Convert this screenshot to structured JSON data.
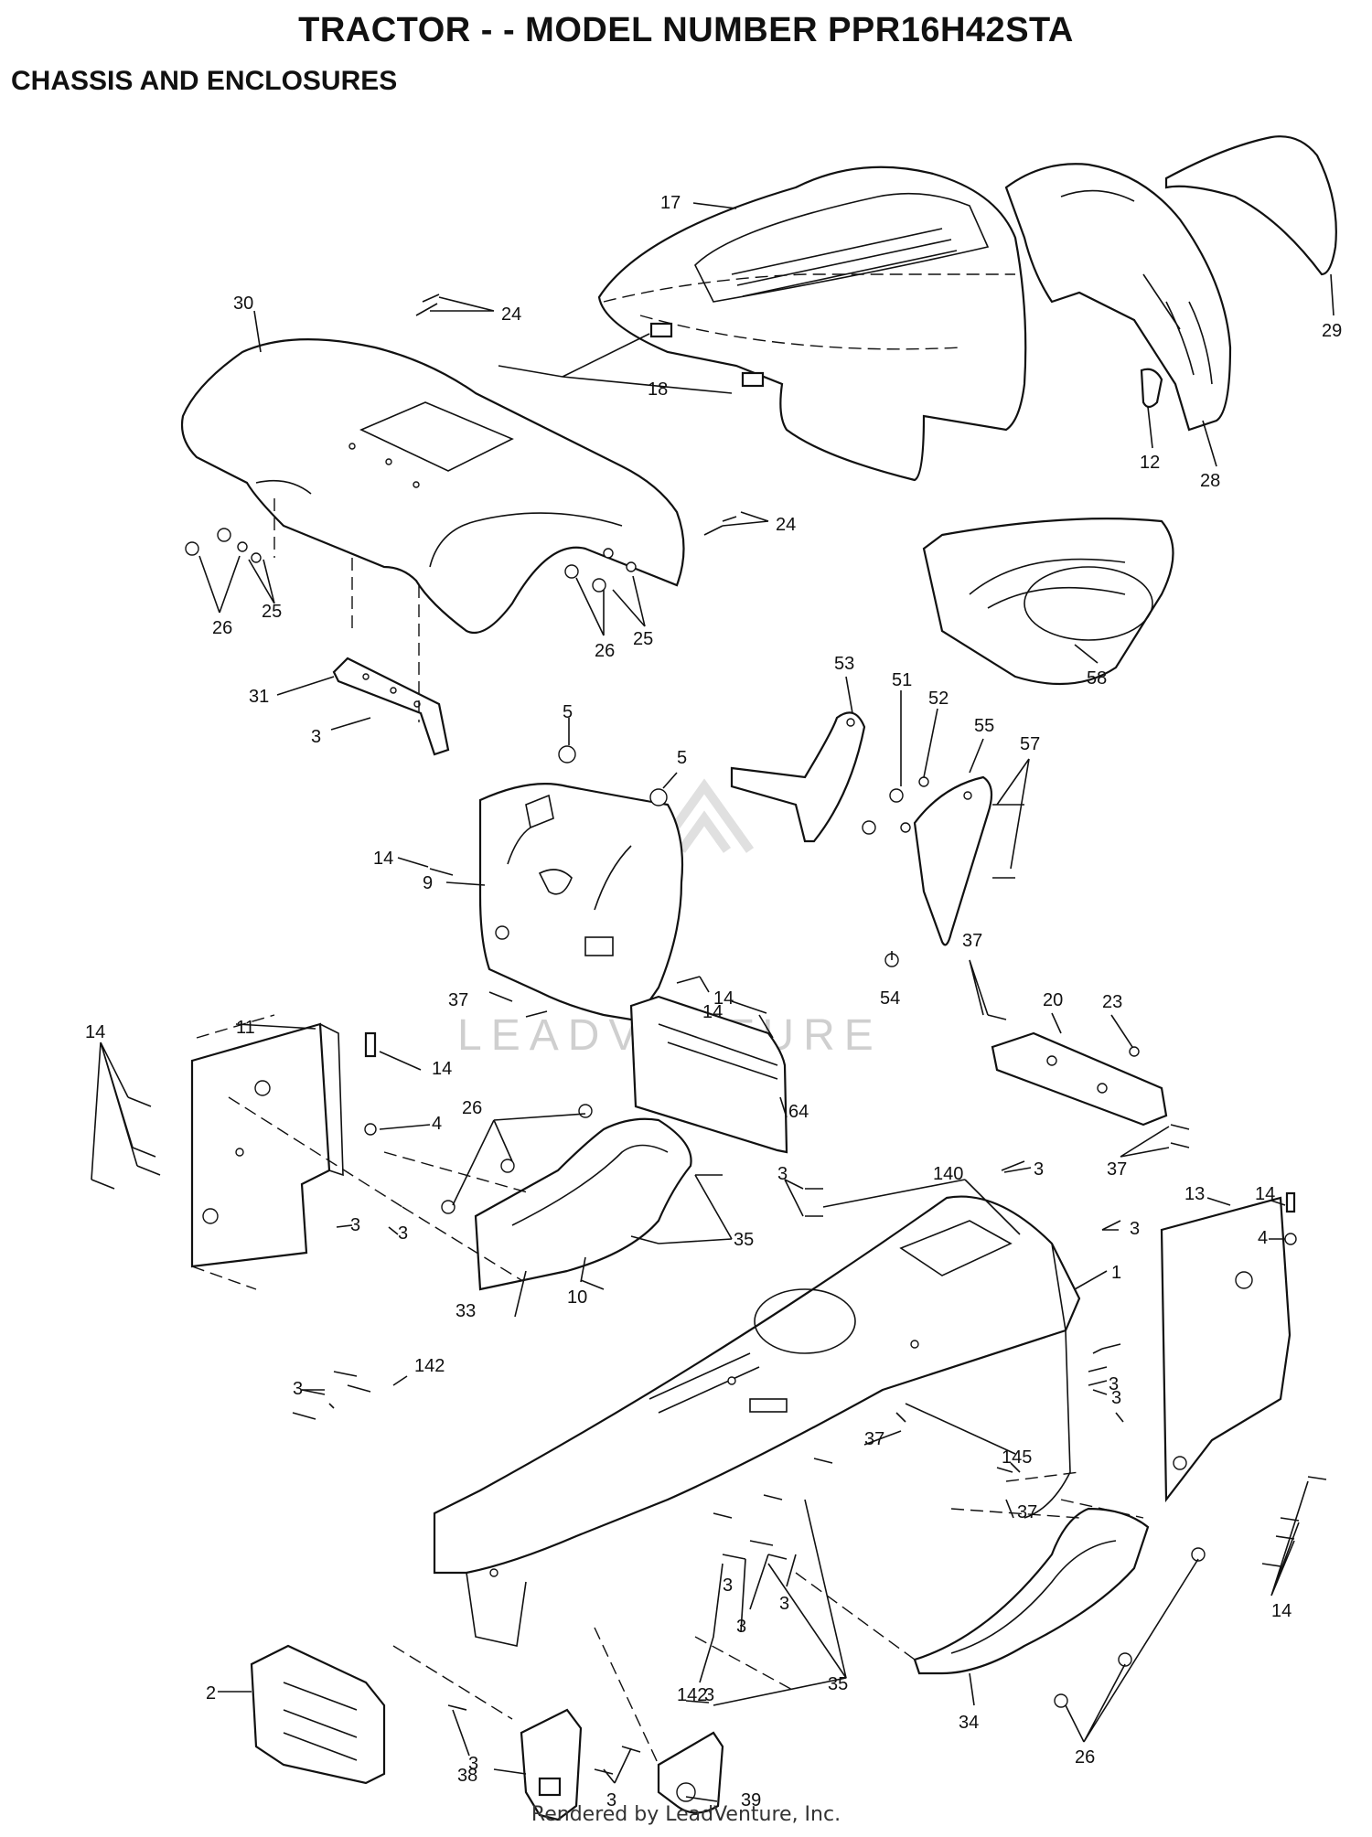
{
  "title": "TRACTOR - - MODEL NUMBER PPR16H42STA",
  "subtitle": "CHASSIS AND ENCLOSURES",
  "watermark": "LEADVENTURE",
  "footer": "Rendered by LeadVenture, Inc.",
  "callouts": {
    "c17": "17",
    "c18": "18",
    "c29": "29",
    "c12": "12",
    "c28": "28",
    "c30": "30",
    "c24a": "24",
    "c24b": "24",
    "c26a": "26",
    "c25a": "25",
    "c26b": "26",
    "c25b": "25",
    "c58": "58",
    "c31": "31",
    "c3a": "3",
    "c53": "53",
    "c51": "51",
    "c52": "52",
    "c55": "55",
    "c57": "57",
    "c5a": "5",
    "c5b": "5",
    "c14a": "14",
    "c9": "9",
    "c54": "54",
    "c14b": "14",
    "c14c": "14",
    "c37a": "37",
    "c37b": "37",
    "c20": "20",
    "c23": "23",
    "c37c": "37",
    "c11": "11",
    "c14d": "14",
    "c14e": "14",
    "c4a": "4",
    "c26c": "26",
    "c64": "64",
    "c35a": "35",
    "c33": "33",
    "c10": "10",
    "c3b": "3",
    "c140": "140",
    "c3c": "3",
    "c3d": "3",
    "c1": "1",
    "c14f": "14",
    "c4b": "4",
    "c13": "13",
    "c3e": "3",
    "c3f": "3",
    "c3g": "3",
    "c3h": "3",
    "c142a": "142",
    "c3i": "3",
    "c37d": "37",
    "c145": "145",
    "c37e": "37",
    "c2": "2",
    "c3j": "3",
    "c142b": "142",
    "c3k": "3",
    "c3l": "3",
    "c3m": "3",
    "c35b": "35",
    "c14g": "14",
    "c3n": "3",
    "c38": "38",
    "c3o": "3",
    "c39": "39",
    "c34": "34",
    "c26d": "26"
  }
}
